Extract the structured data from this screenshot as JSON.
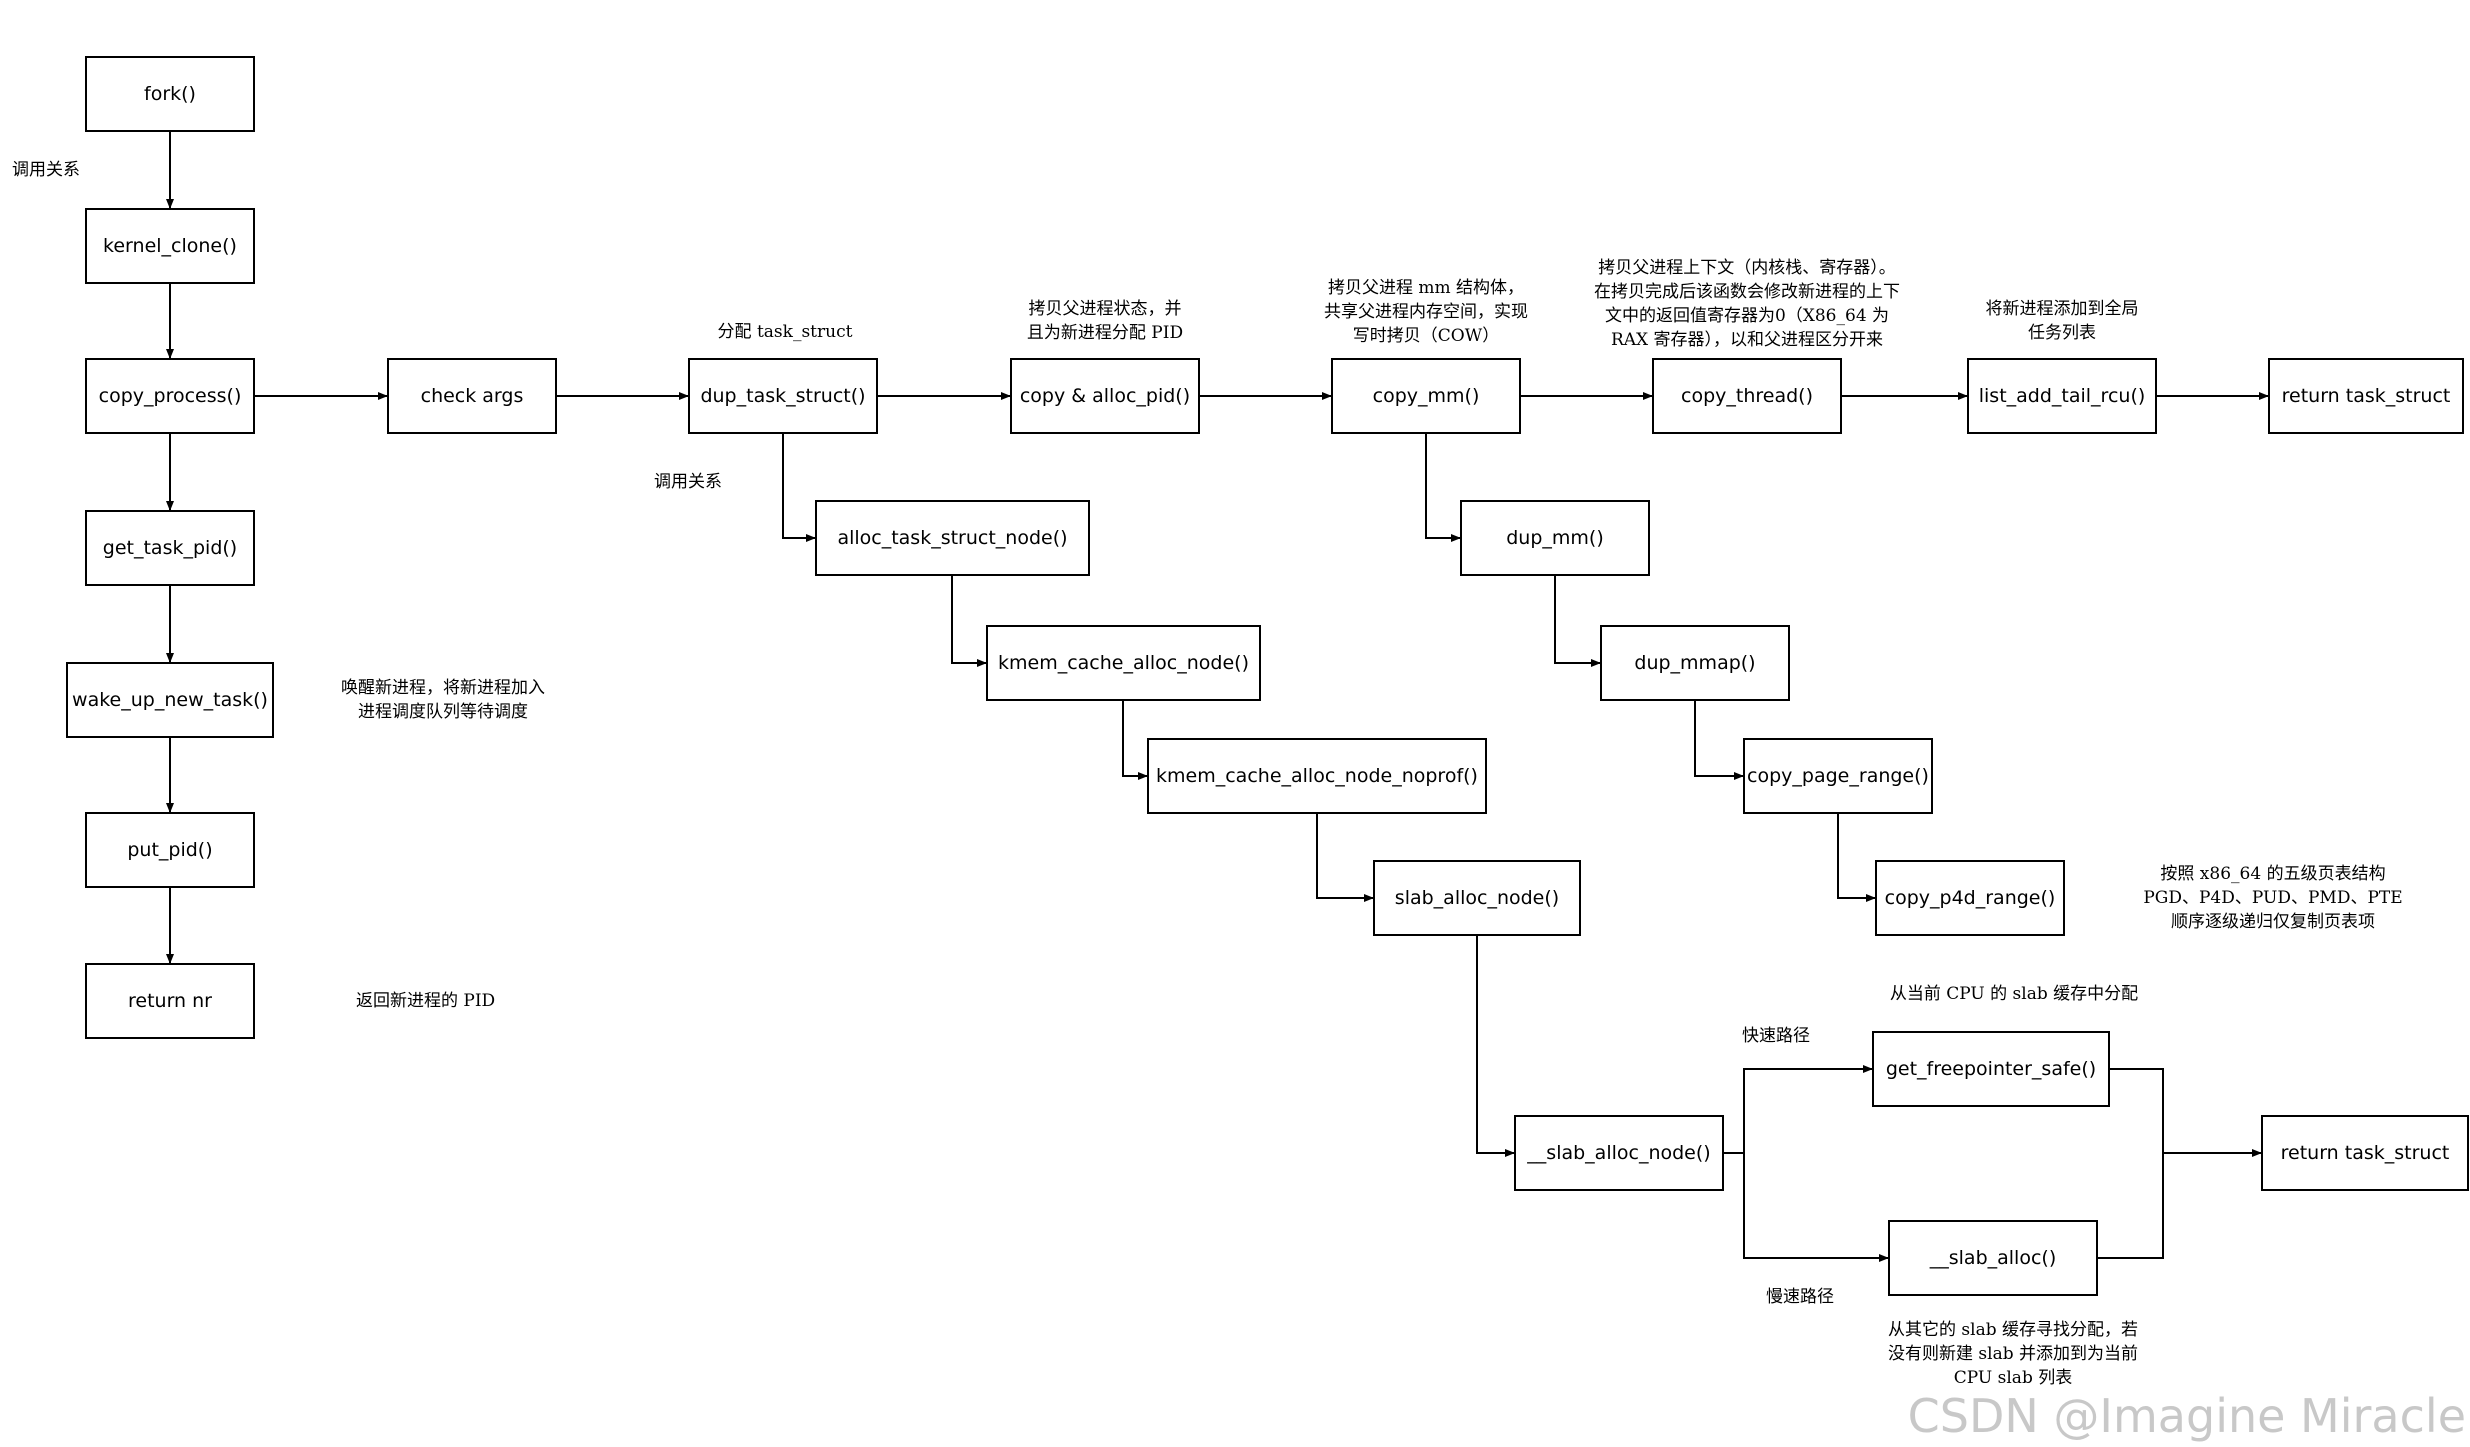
{
  "nodes": {
    "fork": "fork()",
    "kernel_clone": "kernel_clone()",
    "copy_process": "copy_process()",
    "get_task_pid": "get_task_pid()",
    "wake_up_new_task": "wake_up_new_task()",
    "put_pid": "put_pid()",
    "return_nr": "return nr",
    "check_args": "check args",
    "dup_task_struct": "dup_task_struct()",
    "copy_alloc_pid": "copy & alloc_pid()",
    "copy_mm": "copy_mm()",
    "copy_thread": "copy_thread()",
    "list_add_tail_rcu": "list_add_tail_rcu()",
    "return_task_struct_1": "return task_struct",
    "alloc_task_struct_node": "alloc_task_struct_node()",
    "kmem_cache_alloc_node": "kmem_cache_alloc_node()",
    "kmem_cache_alloc_node_noprof": "kmem_cache_alloc_node_noprof()",
    "slab_alloc_node": "slab_alloc_node()",
    "slab_alloc_node_inner": "__slab_alloc_node()",
    "get_freepointer_safe": "get_freepointer_safe()",
    "slab_alloc": "__slab_alloc()",
    "return_task_struct_2": "return task_struct",
    "dup_mm": "dup_mm()",
    "dup_mmap": "dup_mmap()",
    "copy_page_range": "copy_page_range()",
    "copy_p4d_range": "copy_p4d_range()"
  },
  "notes": {
    "call_relation_1": "调用关系",
    "call_relation_2": "调用关系",
    "wake_note": "唤醒新进程，将新进程加入\n进程调度队列等待调度",
    "return_pid_note": "返回新进程的 PID",
    "alloc_task_struct_note": "分配 task_struct",
    "copy_pid_note": "拷贝父进程状态，并\n且为新进程分配 PID",
    "copy_mm_note": "拷贝父进程 mm 结构体，\n共享父进程内存空间，实现\n写时拷贝（COW）",
    "copy_thread_note": "拷贝父进程上下文（内核栈、寄存器）。\n在拷贝完成后该函数会修改新进程的上下\n文中的返回值寄存器为0（X86_64 为\nRAX 寄存器），以和父进程区分开来",
    "list_add_note": "将新进程添加到全局\n任务列表",
    "page_table_note": "按照 x86_64 的五级页表结构\nPGD、P4D、PUD、PMD、PTE\n顺序逐级递归仅复制页表项",
    "fast_alloc_note": "从当前 CPU 的 slab 缓存中分配",
    "fast_path": "快速路径",
    "slow_path": "慢速路径",
    "slow_alloc_note": "从其它的 slab 缓存寻找分配，若\n没有则新建 slab 并添加到为当前\nCPU slab 列表"
  },
  "watermark": "CSDN @Imagine Miracle",
  "colors": {
    "line": "#000000",
    "box_border": "#000000",
    "watermark": "#c8c8c8"
  }
}
